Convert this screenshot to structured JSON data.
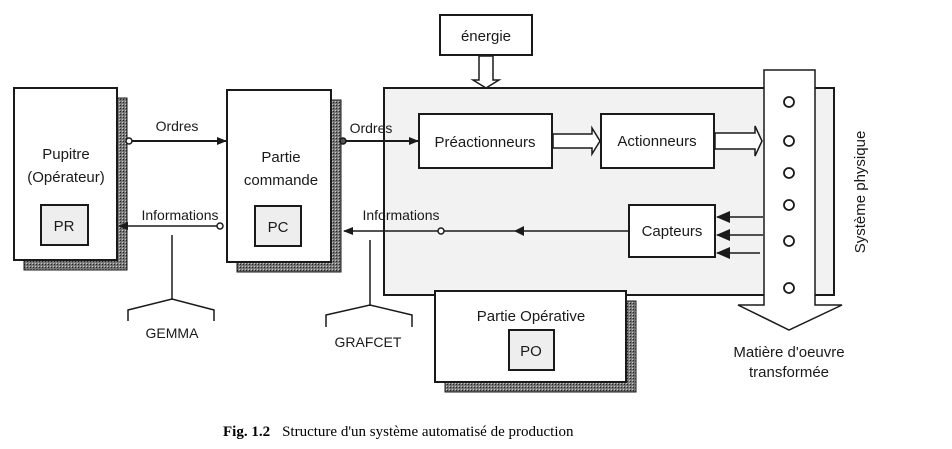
{
  "colors": {
    "stroke": "#1a1a1a",
    "panel_fill": "#f2f2f2",
    "box_fill": "#ffffff",
    "inner_box_fill": "#eeeeee",
    "shadow_fill": "#555555"
  },
  "blocks": {
    "energie": {
      "label": "énergie"
    },
    "pupitre": {
      "line1": "Pupitre",
      "line2": "(Opérateur)",
      "code": "PR"
    },
    "partie_commande": {
      "line1": "Partie",
      "line2": "commande",
      "code": "PC"
    },
    "preactionneurs": {
      "label": "Préactionneurs"
    },
    "actionneurs": {
      "label": "Actionneurs"
    },
    "capteurs": {
      "label": "Capteurs"
    },
    "partie_operative": {
      "label": "Partie Opérative",
      "code": "PO"
    },
    "systeme_physique": {
      "label": "Système physique"
    },
    "matiere": {
      "line1": "Matière d'oeuvre",
      "line2": "transformée"
    }
  },
  "arrows": {
    "ordres_1": "Ordres",
    "informations_1": "Informations",
    "ordres_2": "Ordres",
    "informations_2": "Informations"
  },
  "annotations": {
    "gemma": "GEMMA",
    "grafcet": "GRAFCET"
  },
  "caption": {
    "prefix": "Fig. 1.2",
    "text": "Structure d'un système automatisé de production"
  }
}
